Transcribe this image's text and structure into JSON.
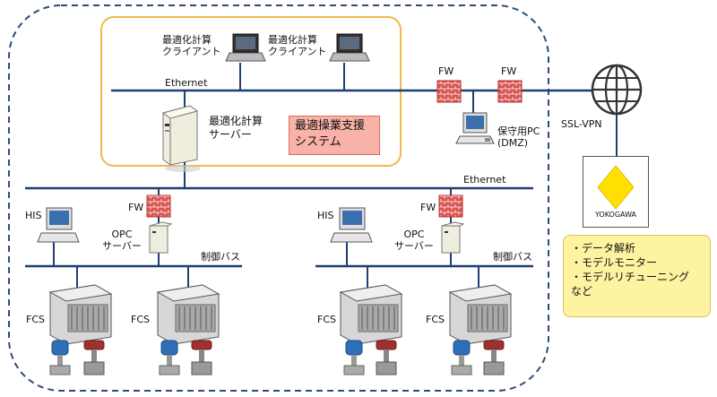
{
  "colors": {
    "dashed_border": "#2f4d7a",
    "inner_box_border": "#f0b84a",
    "network_line": "#1f3f73",
    "firewall": "#d9534f",
    "system_box": "#f8b2a8",
    "note_box": "#fdf3a0",
    "yokogawa_diamond": "#ffe000"
  },
  "labels": {
    "client1": [
      "最適化計算",
      "クライアント"
    ],
    "client2": [
      "最適化計算",
      "クライアント"
    ],
    "ethernet_top": "Ethernet",
    "server": [
      "最適化計算",
      "サーバー"
    ],
    "system": [
      "最適操業支援",
      "システム"
    ],
    "fw_top1": "FW",
    "fw_top2": "FW",
    "maintenance_pc": [
      "保守用PC",
      "(DMZ)"
    ],
    "ssl_vpn": "SSL-VPN",
    "ethernet_mid": "Ethernet",
    "yokogawa": "YOKOGAWA",
    "left_group": {
      "his": "HIS",
      "fw": "FW",
      "opc": [
        "OPC",
        "サーバー"
      ],
      "control_bus": "制御バス",
      "fcs1": "FCS",
      "fcs2": "FCS"
    },
    "right_group": {
      "his": "HIS",
      "fw": "FW",
      "opc": [
        "OPC",
        "サーバー"
      ],
      "control_bus": "制御バス",
      "fcs1": "FCS",
      "fcs2": "FCS"
    },
    "services": [
      "・データ解析",
      "・モデルモニター",
      "・モデルリチューニング",
      "など"
    ]
  },
  "icons": [
    "laptop-icon",
    "server-icon",
    "firewall-icon",
    "globe-icon",
    "desktop-pc-icon",
    "opc-server-icon",
    "fcs-rack-icon",
    "field-instrument-icon",
    "yokogawa-logo"
  ]
}
